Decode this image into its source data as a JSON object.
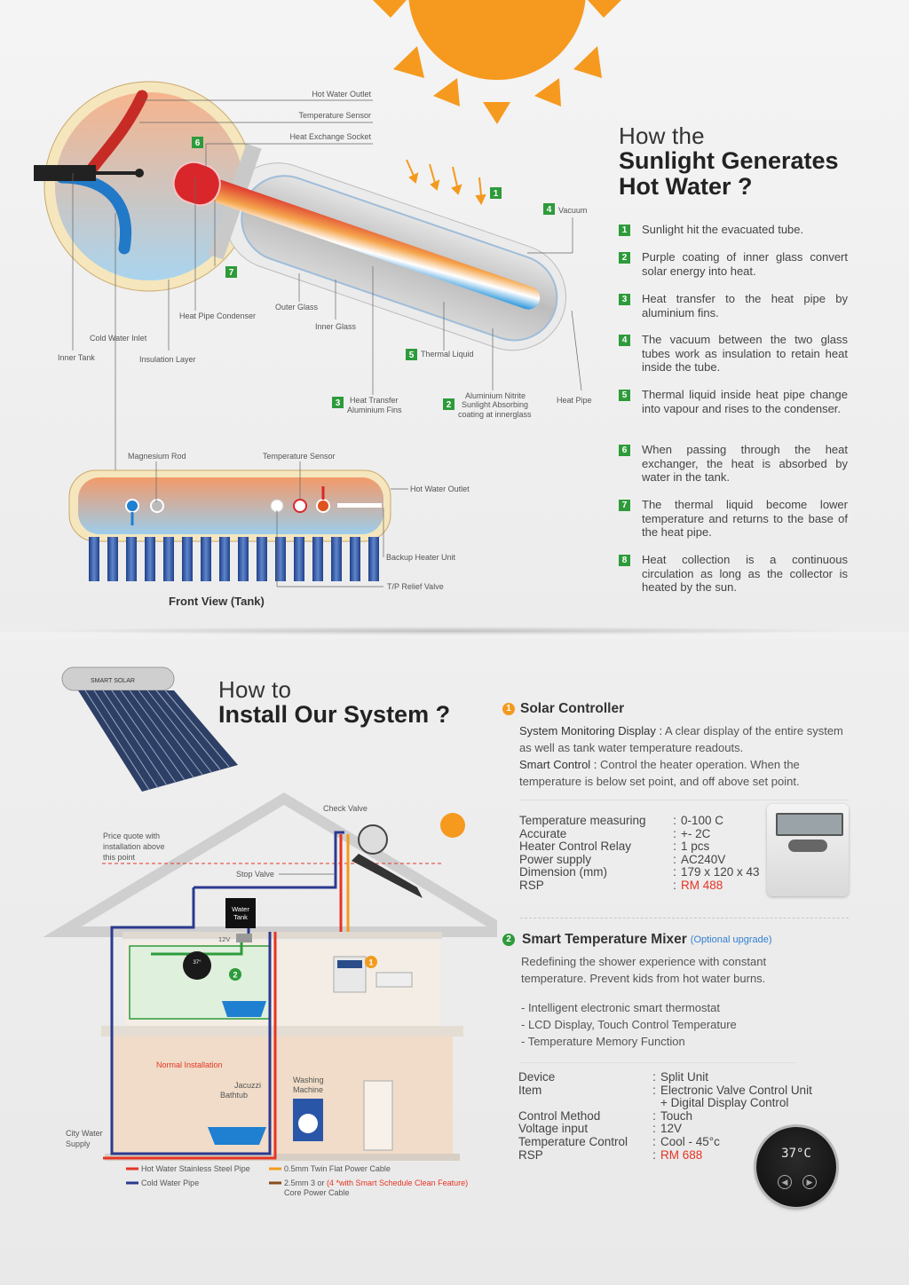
{
  "top": {
    "heading_thin": "How the",
    "heading_bold_1": "Sunlight Generates",
    "heading_bold_2": "Hot Water ?",
    "steps": [
      {
        "num": "1",
        "text": "Sunlight hit the evacuated tube."
      },
      {
        "num": "2",
        "text": "Purple coating of inner glass convert solar energy into heat."
      },
      {
        "num": "3",
        "text": "Heat transfer to the heat pipe by aluminium fins."
      },
      {
        "num": "4",
        "text": "The vacuum between the two glass tubes work as insulation to retain heat inside the tube."
      },
      {
        "num": "5",
        "text": "Thermal liquid inside heat pipe change into vapour and rises to the condenser."
      },
      {
        "num": "6",
        "text": "When passing through the heat exchanger, the heat is absorbed by water in the tank."
      },
      {
        "num": "7",
        "text": "The thermal liquid become lower temperature and returns to the base of the heat pipe."
      },
      {
        "num": "8",
        "text": "Heat collection is a continuous circulation as long as the collector is heated by the sun."
      }
    ],
    "diagram": {
      "hot_water_outlet": "Hot Water Outlet",
      "temperature_sensor": "Temperature Sensor",
      "heat_exchange_socket": "Heat Exchange Socket",
      "vacuum": "Vacuum",
      "heat_pipe_condenser": "Heat Pipe Condenser",
      "outer_glass": "Outer Glass",
      "inner_glass": "Inner Glass",
      "cold_water_inlet": "Cold Water Inlet",
      "inner_tank": "Inner Tank",
      "insulation_layer": "Insulation Layer",
      "thermal_liquid": "Thermal Liquid",
      "heat_transfer_1": "Heat Transfer",
      "heat_transfer_2": "Aluminium Fins",
      "nitrite_1": "Aluminium Nitrite",
      "nitrite_2": "Sunlight Absorbing",
      "nitrite_3": "coating at innerglass",
      "heat_pipe": "Heat Pipe",
      "magnesium_rod": "Magnesium Rod",
      "temperature_sensor_2": "Temperature Sensor",
      "hot_water_outlet_2": "Hot Water Outlet",
      "backup_heater": "Backup Heater Unit",
      "tp_relief": "T/P Relief Valve",
      "front_view": "Front View (Tank)",
      "n1": "1",
      "n2": "2",
      "n3": "3",
      "n4": "4",
      "n5": "5",
      "n6": "6",
      "n7": "7"
    }
  },
  "bottom": {
    "heading_thin": "How to",
    "heading_bold": "Install Our System ?",
    "brand": "SMART SOLAR",
    "house": {
      "check_valve": "Check Valve",
      "price_note_1": "Price quote with",
      "price_note_2": "installation above",
      "price_note_3": "this point",
      "stop_valve": "Stop Valve",
      "water_tank_1": "Water",
      "water_tank_2": "Tank",
      "v12": "12V",
      "normal_installation": "Normal Installation",
      "jacuzzi_1": "Jacuzzi",
      "jacuzzi_2": "Bathtub",
      "washing_1": "Washing",
      "washing_2": "Machine",
      "city_water_1": "City Water",
      "city_water_2": "Supply",
      "mixer_display": "37°",
      "n1": "1",
      "n2": "2"
    },
    "legend": {
      "hot_pipe": "Hot Water Stainless Steel Pipe",
      "cold_pipe": "Cold Water Pipe",
      "flat_cable": "0.5mm Twin Flat Power Cable",
      "core_cable_a": "2.5mm 3 or ",
      "core_cable_b": "(4 *with Smart Schedule Clean Feature)",
      "core_cable_c": " Core Power Cable"
    },
    "controller": {
      "num": "1",
      "title": "Solar Controller",
      "p1_bold": "System Monitoring Display :",
      "p1_text": " A clear display of the entire system as well as tank water temperature readouts.",
      "p2_bold": "Smart Control :",
      "p2_text": " Control the heater operation. When the temperature is below set point, and off above set point.",
      "specs": [
        {
          "label": "Temperature measuring",
          "value": "0-100 C"
        },
        {
          "label": "Accurate",
          "value": "+- 2C"
        },
        {
          "label": "Heater Control Relay",
          "value": "1 pcs"
        },
        {
          "label": "Power supply",
          "value": "AC240V"
        },
        {
          "label": "Dimension (mm)",
          "value": "179 x 120 x 43"
        },
        {
          "label": "RSP",
          "value": "RM 488"
        }
      ]
    },
    "mixer": {
      "num": "2",
      "title": "Smart Temperature Mixer",
      "optional": "(Optional upgrade)",
      "desc": "Redefining the shower experience with constant temperature. Prevent kids from hot water burns.",
      "features": [
        "- Intelligent electronic smart thermostat",
        "- LCD Display, Touch Control Temperature",
        "- Temperature Memory Function"
      ],
      "specs": [
        {
          "label": "Device",
          "value": "Split Unit"
        },
        {
          "label": "Item",
          "value": "Electronic Valve Control Unit"
        },
        {
          "label": "",
          "value": "+ Digital Display Control"
        },
        {
          "label": "Control Method",
          "value": "Touch"
        },
        {
          "label": "Voltage input",
          "value": "12V"
        },
        {
          "label": "Temperature Control",
          "value": "Cool - 45°c"
        },
        {
          "label": "RSP",
          "value": "RM 688"
        }
      ],
      "display": "37°C"
    }
  }
}
